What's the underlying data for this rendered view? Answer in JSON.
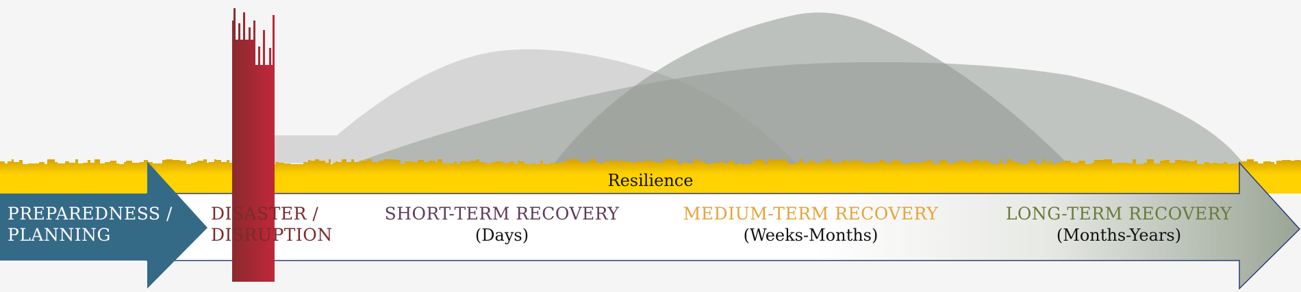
{
  "resilience": {
    "label": "Resilience"
  },
  "phases": [
    {
      "id": "preparedness",
      "line1": "PREPAREDNESS /",
      "line2": "PLANNING",
      "color": "#ffffff"
    },
    {
      "id": "disaster",
      "line1": "DISASTER /",
      "line2": "DISRUPTION",
      "color": "#7a2a2a"
    },
    {
      "id": "short-term",
      "line1": "SHORT-TERM RECOVERY",
      "line2": "(Days)",
      "color": "#5e3a5a"
    },
    {
      "id": "medium-term",
      "line1": "MEDIUM-TERM RECOVERY",
      "line2": "(Weeks-Months)",
      "color": "#e8a23a"
    },
    {
      "id": "long-term",
      "line1": "LONG-TERM RECOVERY",
      "line2": "(Months-Years)",
      "color": "#6a7a3a"
    }
  ],
  "colors": {
    "planning_arrow": "#356a87",
    "disaster_bar_dark": "#8a2a2e",
    "disaster_bar_light": "#c0273a",
    "resilience_band": "#ffd200",
    "resilience_band_shadow": "#d9a800",
    "curve_light": "#cfd0cf",
    "curve_mid": "#9ea6a0",
    "curve_dark": "#8c938c",
    "sub_text": "#111111",
    "arrow_outline": "#2e3a7a"
  }
}
